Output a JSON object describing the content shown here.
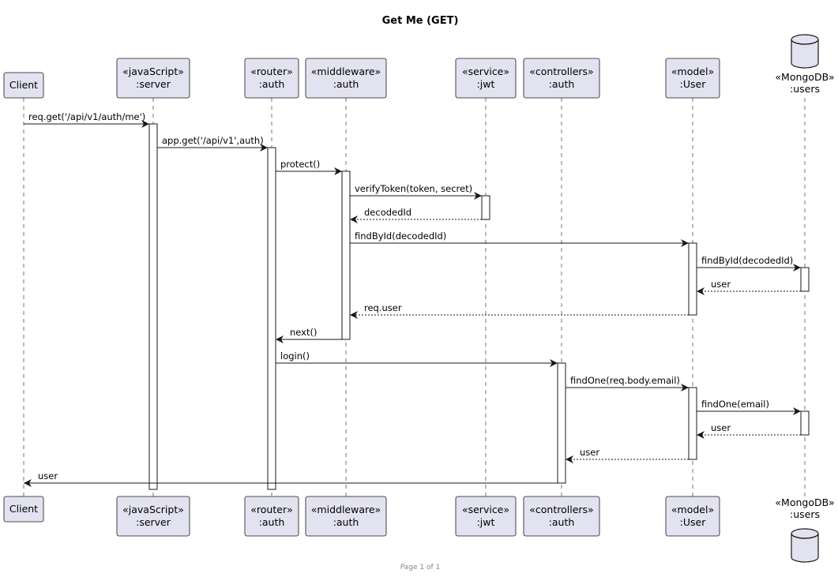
{
  "title": "Get Me (GET)",
  "footer": "Page 1 of 1",
  "participants": [
    {
      "id": "client",
      "type": "box",
      "lines": [
        "Client"
      ]
    },
    {
      "id": "server",
      "type": "box",
      "lines": [
        "«javaScript»",
        ":server"
      ]
    },
    {
      "id": "router",
      "type": "box",
      "lines": [
        "«router»",
        ":auth"
      ]
    },
    {
      "id": "middleware",
      "type": "box",
      "lines": [
        "«middleware»",
        ":auth"
      ]
    },
    {
      "id": "jwt",
      "type": "box",
      "lines": [
        "«service»",
        ":jwt"
      ]
    },
    {
      "id": "controllers",
      "type": "box",
      "lines": [
        "«controllers»",
        ":auth"
      ]
    },
    {
      "id": "user-model",
      "type": "box",
      "lines": [
        "«model»",
        ":User"
      ]
    },
    {
      "id": "users-db",
      "type": "database",
      "lines": [
        "«MongoDB»",
        ":users"
      ]
    }
  ],
  "messages": [
    {
      "from": "client",
      "to": "server",
      "label": "req.get('/api/v1/auth/me')",
      "kind": "sync"
    },
    {
      "from": "server",
      "to": "router",
      "label": "app.get('/api/v1',auth)",
      "kind": "sync"
    },
    {
      "from": "router",
      "to": "middleware",
      "label": "protect()",
      "kind": "sync"
    },
    {
      "from": "middleware",
      "to": "jwt",
      "label": "verifyToken(token, secret)",
      "kind": "sync"
    },
    {
      "from": "jwt",
      "to": "middleware",
      "label": "decodedId",
      "kind": "return"
    },
    {
      "from": "middleware",
      "to": "user-model",
      "label": "findById(decodedId)",
      "kind": "sync"
    },
    {
      "from": "user-model",
      "to": "users-db",
      "label": "findById(decodedId)",
      "kind": "sync"
    },
    {
      "from": "users-db",
      "to": "user-model",
      "label": "user",
      "kind": "return"
    },
    {
      "from": "user-model",
      "to": "middleware",
      "label": "req.user",
      "kind": "return"
    },
    {
      "from": "middleware",
      "to": "router",
      "label": "next()",
      "kind": "sync"
    },
    {
      "from": "router",
      "to": "controllers",
      "label": "login()",
      "kind": "sync"
    },
    {
      "from": "controllers",
      "to": "user-model",
      "label": "findOne(req.body.email)",
      "kind": "sync"
    },
    {
      "from": "user-model",
      "to": "users-db",
      "label": "findOne(email)",
      "kind": "sync"
    },
    {
      "from": "users-db",
      "to": "user-model",
      "label": "user",
      "kind": "return"
    },
    {
      "from": "user-model",
      "to": "controllers",
      "label": "user",
      "kind": "return"
    },
    {
      "from": "controllers",
      "to": "client",
      "label": "user",
      "kind": "sync"
    }
  ],
  "colors": {
    "participant_fill": "#E2E2F0",
    "participant_border": "#181818",
    "lifeline": "#181818",
    "activation_fill": "#FFFFFF",
    "footer_text": "#888888"
  }
}
